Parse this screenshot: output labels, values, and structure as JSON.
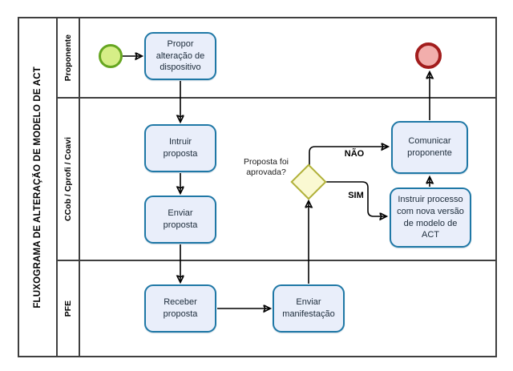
{
  "title": "FLUXOGRAMA DE ALTERAÇÃO DE MODELO DE ACT",
  "lanes": [
    {
      "label": "Proponente"
    },
    {
      "label": "CCob / Cprofi / Coavi"
    },
    {
      "label": "PFE"
    }
  ],
  "nodes": {
    "propor": {
      "label": "Propor alteração de dispositivo"
    },
    "intruir": {
      "label": "Intruir proposta"
    },
    "enviar_proposta": {
      "label": "Enviar proposta"
    },
    "receber_proposta": {
      "label": "Receber proposta"
    },
    "enviar_manifestacao": {
      "label": "Enviar manifestação"
    },
    "comunicar": {
      "label": "Comunicar proponente"
    },
    "instruir_processo": {
      "label": "Instruir processo com nova versão de modelo de ACT"
    },
    "decision": {
      "label": "Proposta foi aprovada?"
    }
  },
  "edge_labels": {
    "nao": "NÃO",
    "sim": "SIM"
  },
  "colors": {
    "task_fill": "#e9eefa",
    "task_border": "#1f78a6",
    "start_fill": "#d6ee87",
    "start_border": "#66a621",
    "end_fill": "#f2aeac",
    "end_border": "#a21d1d",
    "gateway_fill": "#faf9d2",
    "gateway_border": "#b1b13b",
    "frame_border": "#3f3f3f",
    "connector": "#000000"
  }
}
